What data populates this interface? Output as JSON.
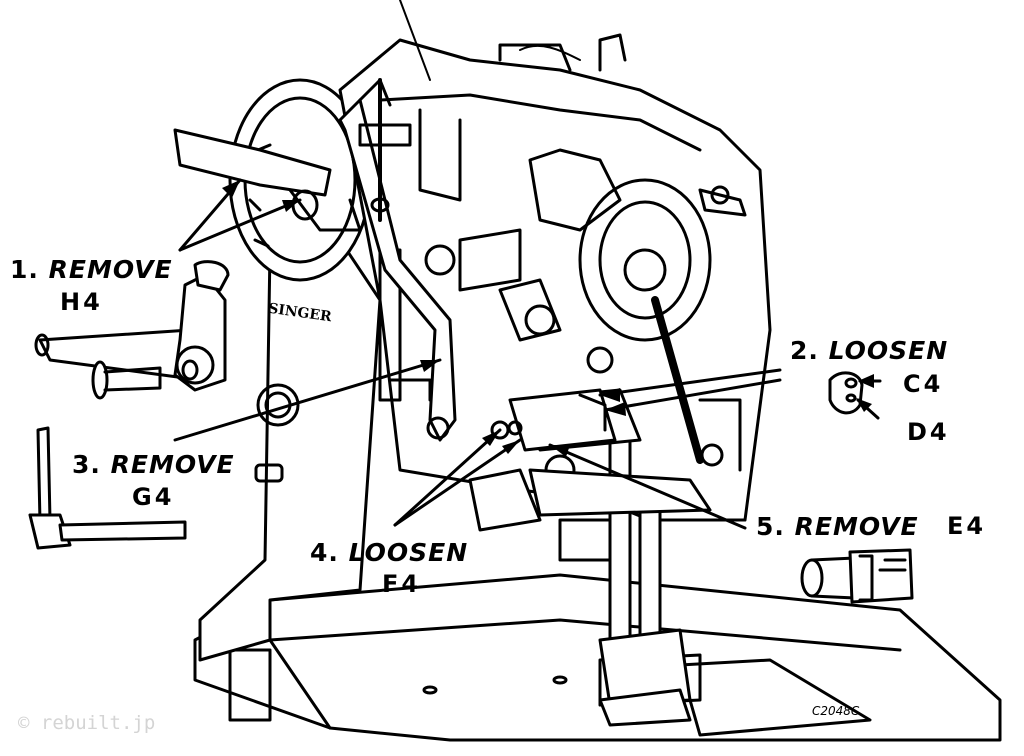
{
  "diagram": {
    "type": "exploded-assembly-illustration",
    "brand_mark": "SINGER",
    "drawing_code": "C2048C",
    "watermark": "© rebuilt.jp",
    "colors": {
      "ink": "#000000",
      "paper": "#ffffff",
      "watermark": "#d4d4d4"
    },
    "steps": [
      {
        "number": "1.",
        "action": "REMOVE",
        "part": "H4"
      },
      {
        "number": "2.",
        "action": "LOOSEN",
        "parts": [
          "C4",
          "D4"
        ]
      },
      {
        "number": "3.",
        "action": "REMOVE",
        "part": "G4"
      },
      {
        "number": "4.",
        "action": "LOOSEN",
        "part": "F4"
      },
      {
        "number": "5.",
        "action": "REMOVE",
        "part": "E4"
      }
    ]
  }
}
